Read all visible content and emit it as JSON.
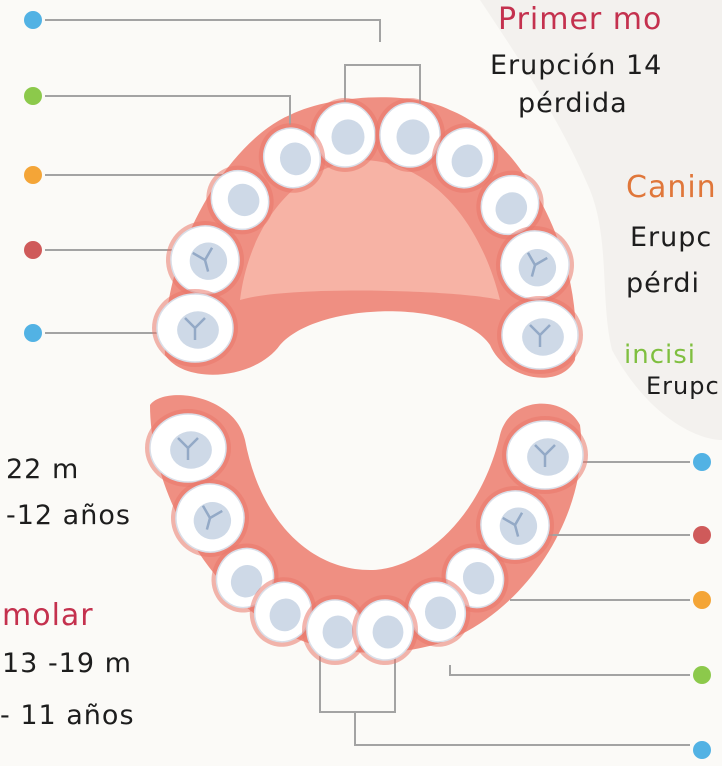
{
  "notes": {
    "primer_molar_title": "Primer mo",
    "primer_molar_erupcion": "Erupción 14",
    "primer_molar_perdida": "pérdida",
    "canino_title": "Canin",
    "canino_erupcion": "Erupc",
    "canino_perdida": "pérdi",
    "incisivo_title": "incisi",
    "incisivo_erupcion": "Erupc",
    "left_erupcion_months": "22 m",
    "left_perdida_years": "-12 años",
    "molar_title": "molar",
    "molar_erupcion_months": "13 -19 m",
    "molar_perdida_years": "- 11 años"
  },
  "colors": {
    "molar_title": "#c4314e",
    "canino_title": "#e0773a",
    "incisivo_title": "#7fbf3f",
    "gum": "#ef8f82",
    "gum_inner": "#f7b3a5",
    "tooth": "#ffffff",
    "tooth_shade": "#b9c9dd",
    "line": "#a3a3a3",
    "page": "#f3f1ee",
    "paper": "#fbfaf7"
  },
  "dots": {
    "upper_left": [
      "#52b2e4",
      "#8cc94b",
      "#f4a537",
      "#cf5a5a",
      "#52b2e4"
    ],
    "lower_right": [
      "#52b2e4",
      "#cf5a5a",
      "#f4a537",
      "#8cc94b",
      "#52b2e4"
    ]
  }
}
